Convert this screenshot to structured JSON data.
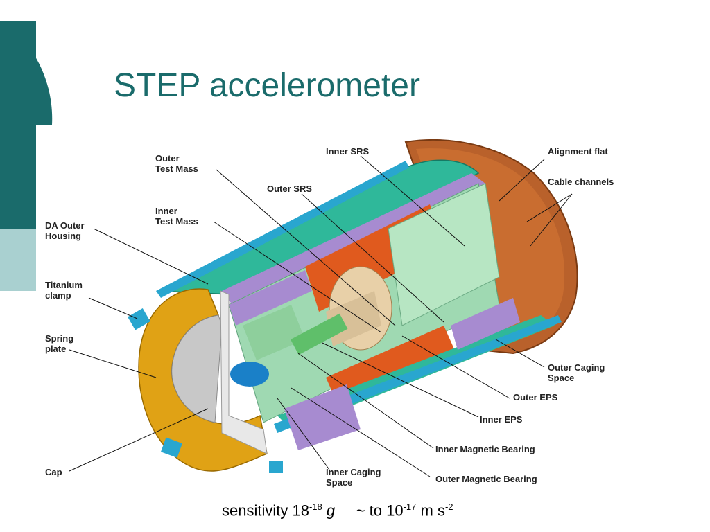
{
  "slide": {
    "title": "STEP accelerometer",
    "accent_color": "#1a6b6b"
  },
  "diagram": {
    "labels": {
      "outer_test_mass": [
        "Outer",
        "Test Mass"
      ],
      "inner_srs": "Inner SRS",
      "alignment_flat": "Alignment flat",
      "cable_channels": "Cable channels",
      "outer_srs": "Outer SRS",
      "inner_test_mass": [
        "Inner",
        "Test Mass"
      ],
      "da_outer_housing": [
        "DA Outer",
        "Housing"
      ],
      "titanium_clamp": [
        "Titanium",
        "clamp"
      ],
      "spring_plate": [
        "Spring",
        "plate"
      ],
      "cap": "Cap",
      "outer_caging_space": [
        "Outer Caging",
        "Space"
      ],
      "outer_eps": "Outer EPS",
      "inner_eps": "Inner EPS",
      "inner_magnetic_bearing": "Inner Magnetic Bearing",
      "inner_caging_space": [
        "Inner Caging",
        "Space"
      ],
      "outer_magnetic_bearing": "Outer Magnetic Bearing"
    }
  },
  "caption": {
    "prefix": "sensitivity 18",
    "exp1": "-18",
    "g": "g",
    "middle": "~ to 10",
    "exp2": "-17",
    "unit": "m s",
    "exp3": "-2"
  }
}
